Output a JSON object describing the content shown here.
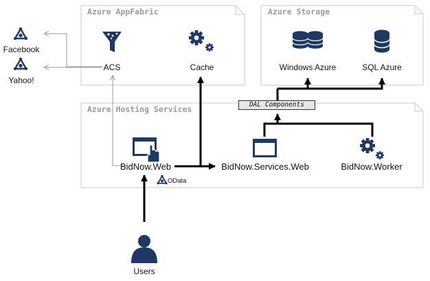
{
  "groups": {
    "appfabric": "Azure AppFabric",
    "storage": "Azure Storage",
    "hosting": "Azure Hosting Services"
  },
  "nodes": {
    "facebook": "Facebook",
    "yahoo": "Yahoo!",
    "acs": "ACS",
    "cache": "Cache",
    "windows_azure": "Windows Azure",
    "sql_azure": "SQL Azure",
    "bidnow_web": "BidNow.Web",
    "bidnow_services_web": "BidNow.Services.Web",
    "bidnow_worker": "BidNow.Worker",
    "users": "Users"
  },
  "dal_components": "DAL Components",
  "odata": "OData",
  "colors": {
    "icon": "#1f3864",
    "panel_border": "#c8c8c8",
    "group_title": "#9a9a9a",
    "thin_line": "#9a9a9a",
    "thick_line": "#000000"
  }
}
